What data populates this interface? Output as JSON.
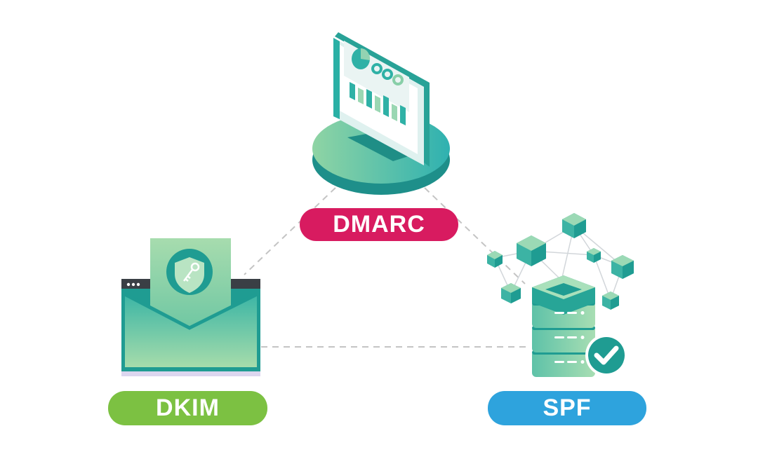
{
  "diagram": {
    "nodes": [
      {
        "id": "dmarc",
        "label": "DMARC",
        "icon": "monitor-dashboard-icon",
        "color": "#d81b60"
      },
      {
        "id": "dkim",
        "label": "DKIM",
        "icon": "envelope-shield-key-icon",
        "color": "#7cc142"
      },
      {
        "id": "spf",
        "label": "SPF",
        "icon": "server-network-check-icon",
        "color": "#2ea3dd"
      }
    ],
    "edges": [
      {
        "from": "dmarc",
        "to": "dkim",
        "style": "dashed"
      },
      {
        "from": "dmarc",
        "to": "spf",
        "style": "dashed"
      },
      {
        "from": "dkim",
        "to": "spf",
        "style": "dashed"
      }
    ],
    "colors": {
      "teal_dark": "#1f9c92",
      "teal_mid": "#3db8a8",
      "mint": "#8fd4a4",
      "edge": "#c4c4c4"
    }
  }
}
